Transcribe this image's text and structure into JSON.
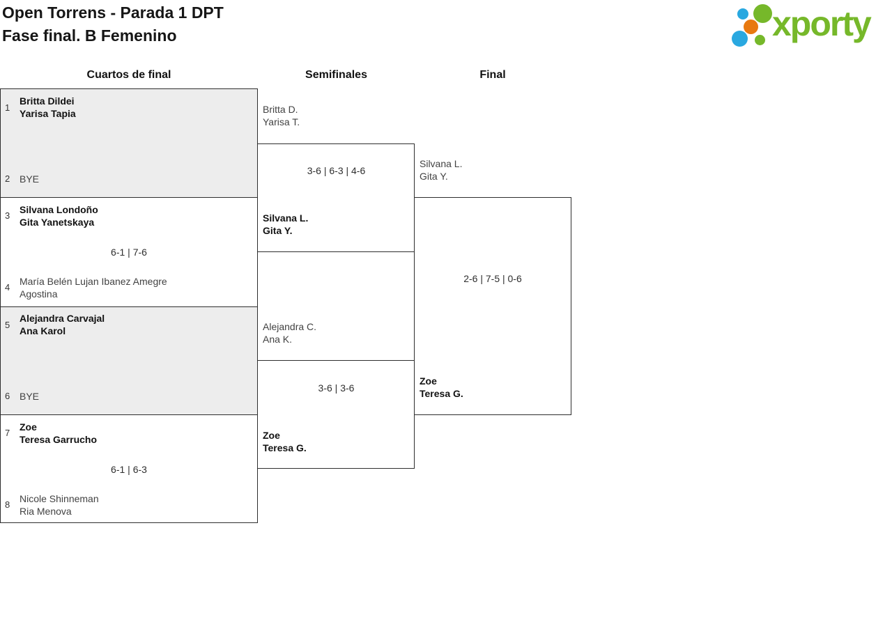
{
  "header": {
    "title_line1": "Open Torrens - Parada 1 DPT",
    "title_line2": "Fase final. B Femenino"
  },
  "logo": {
    "text": "xporty",
    "colors": {
      "green": "#76b82a",
      "blue": "#29a8e0",
      "orange": "#e8790f"
    }
  },
  "columns": {
    "quarterfinals": "Cuartos de final",
    "semifinals": "Semifinales",
    "final": "Final"
  },
  "matches": {
    "qf": [
      {
        "seed_top": "1",
        "team_top": [
          "Britta Dildei",
          "Yarisa Tapia"
        ],
        "seed_bottom": "2",
        "team_bottom": [
          "BYE"
        ],
        "score": ""
      },
      {
        "seed_top": "3",
        "team_top": [
          "Silvana Londoño",
          "Gita Yanetskaya"
        ],
        "seed_bottom": "4",
        "team_bottom": [
          "María Belén Lujan Ibanez Amegre",
          "Agostina"
        ],
        "score": "6-1 | 7-6"
      },
      {
        "seed_top": "5",
        "team_top": [
          "Alejandra Carvajal",
          "Ana Karol"
        ],
        "seed_bottom": "6",
        "team_bottom": [
          "BYE"
        ],
        "score": ""
      },
      {
        "seed_top": "7",
        "team_top": [
          "Zoe",
          "Teresa Garrucho"
        ],
        "seed_bottom": "8",
        "team_bottom": [
          "Nicole Shinneman",
          "Ria Menova"
        ],
        "score": "6-1 | 6-3"
      }
    ],
    "sf": [
      {
        "team_top": [
          "Britta D.",
          "Yarisa T."
        ],
        "team_bottom": [
          "Silvana L.",
          "Gita Y."
        ],
        "score": "3-6 | 6-3 | 4-6",
        "winner": "bottom"
      },
      {
        "team_top": [
          "Alejandra C.",
          "Ana K."
        ],
        "team_bottom": [
          "Zoe",
          "Teresa G."
        ],
        "score": "3-6 | 3-6",
        "winner": "bottom"
      }
    ],
    "final": {
      "team_top": [
        "Silvana L.",
        "Gita Y."
      ],
      "team_bottom": [
        "Zoe",
        "Teresa G."
      ],
      "score": "2-6 | 7-5 | 0-6",
      "winner": "bottom"
    }
  }
}
